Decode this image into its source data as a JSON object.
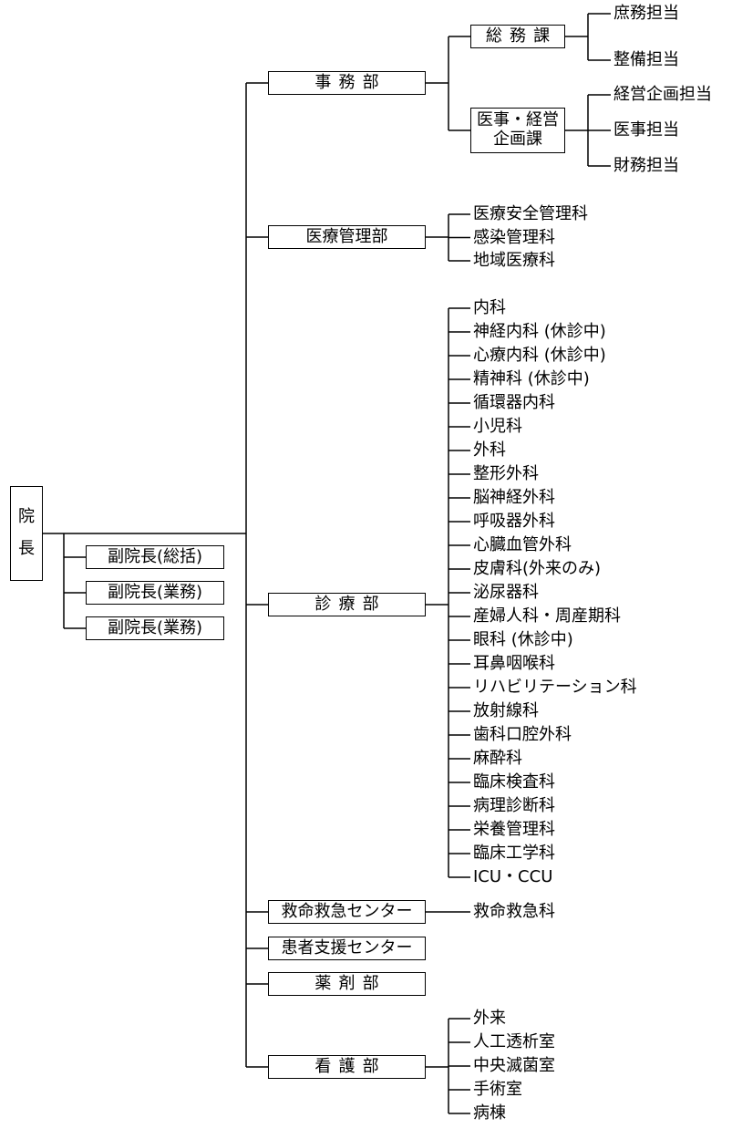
{
  "director": "院長",
  "vice_directors": [
    "副院長(総括)",
    "副院長(業務)",
    "副院長(業務)"
  ],
  "departments": {
    "jimu": {
      "label": "事務部",
      "sections": [
        {
          "label": "総務課",
          "duties": [
            "庶務担当",
            "整備担当"
          ]
        },
        {
          "label_lines": [
            "医事・経営",
            "企画課"
          ],
          "duties": [
            "経営企画担当",
            "医事担当",
            "財務担当"
          ]
        }
      ]
    },
    "iryo_kanri": {
      "label": "医療管理部",
      "units": [
        "医療安全管理科",
        "感染管理科",
        "地域医療科"
      ]
    },
    "shinryo": {
      "label": "診療部",
      "units": [
        "内科",
        "神経内科 (休診中)",
        "心療内科 (休診中)",
        "精神科 (休診中)",
        "循環器内科",
        "小児科",
        "外科",
        "整形外科",
        "脳神経外科",
        "呼吸器外科",
        "心臓血管外科",
        "皮膚科(外来のみ)",
        "泌尿器科",
        "産婦人科・周産期科",
        "眼科 (休診中)",
        "耳鼻咽喉科",
        "リハビリテーション科",
        "放射線科",
        "歯科口腔外科",
        "麻酔科",
        "臨床検査科",
        "病理診断科",
        "栄養管理科",
        "臨床工学科",
        "ICU・CCU"
      ]
    },
    "kyumei": {
      "label": "救命救急センター",
      "units": [
        "救命救急科"
      ]
    },
    "kanja": {
      "label": "患者支援センター"
    },
    "yakuzai": {
      "label": "薬剤部"
    },
    "kango": {
      "label": "看護部",
      "units": [
        "外来",
        "人工透析室",
        "中央滅菌室",
        "手術室",
        "病棟"
      ]
    }
  }
}
